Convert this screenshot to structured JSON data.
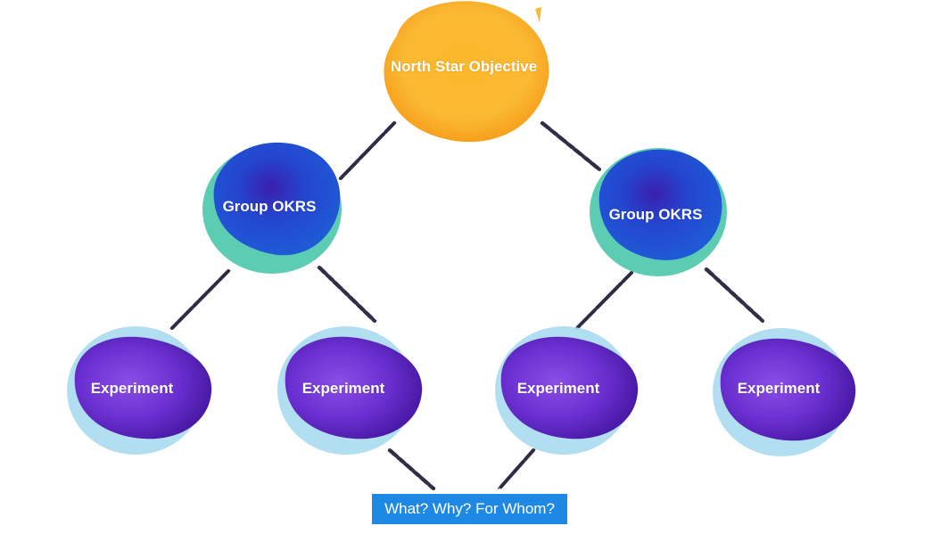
{
  "diagram": {
    "root": {
      "label": "North Star Objective",
      "color": "#fdb72a"
    },
    "groups": [
      {
        "label": "Group OKRS",
        "color": "#2f3fd6",
        "halo": "#3fc4a5"
      },
      {
        "label": "Group OKRS",
        "color": "#2f3fd6",
        "halo": "#3fc4a5"
      }
    ],
    "experiments": [
      {
        "label": "Experiment",
        "color": "#6a2fd0",
        "halo": "#a8dcef"
      },
      {
        "label": "Experiment",
        "color": "#6a2fd0",
        "halo": "#a8dcef"
      },
      {
        "label": "Experiment",
        "color": "#6a2fd0",
        "halo": "#a8dcef"
      },
      {
        "label": "Experiment",
        "color": "#6a2fd0",
        "halo": "#a8dcef"
      }
    ],
    "question": {
      "label": "What? Why? For Whom?",
      "color": "#1e88e5"
    },
    "connector_color": "#2a2640"
  }
}
